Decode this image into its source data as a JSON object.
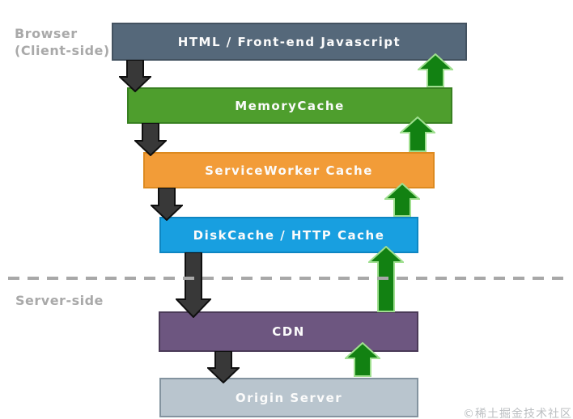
{
  "diagram": {
    "zones": {
      "browser": {
        "line1": "Browser",
        "line2": "(Client-side)"
      },
      "server": {
        "label": "Server-side"
      }
    },
    "layers": [
      {
        "label": "HTML / Front-end Javascript",
        "color": "#55687a",
        "border": "#435260"
      },
      {
        "label": "MemoryCache",
        "color": "#4e9e2d",
        "border": "#388021"
      },
      {
        "label": "ServiceWorker Cache",
        "color": "#f29c38",
        "border": "#dd8a20"
      },
      {
        "label": "DiskCache / HTTP Cache",
        "color": "#189fe0",
        "border": "#0e86c2"
      },
      {
        "label": "CDN",
        "color": "#6d5680",
        "border": "#4a3a57"
      },
      {
        "label": "Origin Server",
        "color": "#b9c5ce",
        "border": "#83939f"
      }
    ],
    "arrow_style": {
      "down_fill": "#383838",
      "down_stroke": "#0f0f0f",
      "up_fill": "#128112",
      "up_stroke": "#9fdf8f"
    },
    "colors": {
      "background": "#ffffff",
      "muted_text": "#a9a9a9",
      "divider": "#a8a8a8",
      "bar_text": "#fbfbfb",
      "watermark_text": "#bcbfc2"
    },
    "watermark": "©稀土掘金技术社区"
  }
}
